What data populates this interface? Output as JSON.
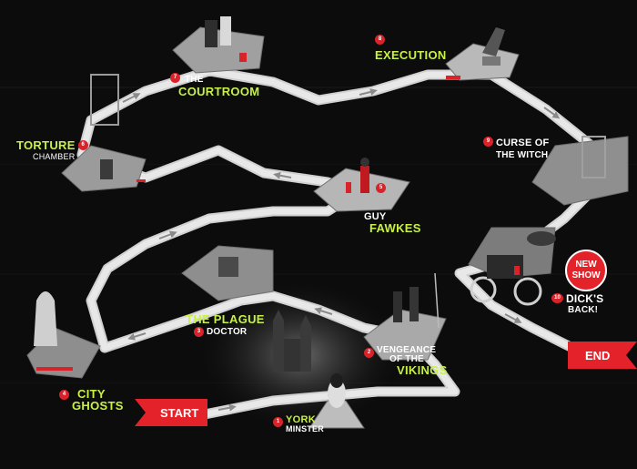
{
  "colors": {
    "accent_red": "#e3222a",
    "accent_green": "#c8f046",
    "path": "#d6d6d6",
    "background": "#0c0c0c"
  },
  "banners": {
    "start": "START",
    "end": "END"
  },
  "badge": {
    "line1": "NEW",
    "line2": "SHOW"
  },
  "stops": [
    {
      "num": "1",
      "white": "",
      "white2": "MINSTER",
      "green": "YORK",
      "icon": "nun-icon"
    },
    {
      "num": "2",
      "white": "VENGEANCE",
      "white2": "OF THE",
      "green": "VIKINGS",
      "icon": "viking-icon"
    },
    {
      "num": "3",
      "white": "DOCTOR",
      "green": "THE PLAGUE",
      "icon": "plague-icon"
    },
    {
      "num": "4",
      "white": "",
      "green": "CITY",
      "green2": "GHOSTS",
      "icon": "ghost-icon"
    },
    {
      "num": "5",
      "white": "GUY",
      "green": "FAWKES",
      "icon": "guy-fawkes-icon"
    },
    {
      "num": "6",
      "white": "CHAMBER",
      "green": "TORTURE",
      "icon": "torture-icon"
    },
    {
      "num": "7",
      "white": "THE",
      "green": "COURTROOM",
      "icon": "courtroom-icon"
    },
    {
      "num": "8",
      "white": "",
      "green": "EXECUTION",
      "icon": "axe-block-icon"
    },
    {
      "num": "9",
      "white": "CURSE OF",
      "white2": "THE WITCH",
      "green": "",
      "icon": "witch-icon"
    },
    {
      "num": "10",
      "white": "",
      "green": "DICK'S",
      "white2": "BACK!",
      "icon": "carriage-icon"
    }
  ]
}
